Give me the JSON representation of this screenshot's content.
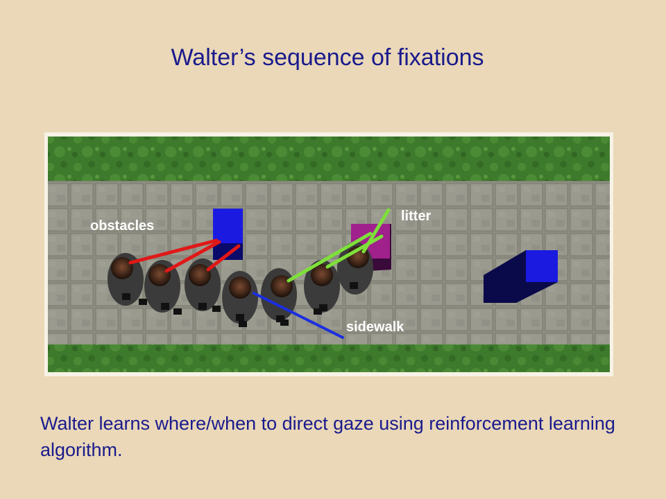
{
  "slide": {
    "title": "Walter’s sequence of fixations",
    "caption": "Walter learns where/when to direct gaze using reinforcement learning algorithm."
  },
  "scene": {
    "labels": {
      "obstacles": "obstacles",
      "litter": "litter",
      "sidewalk": "sidewalk"
    },
    "colors": {
      "grass": "#3f7a2e",
      "sidewalk": "#8f8f84",
      "obstacle_box": "#1a1ae0",
      "litter_box": "#a0208c",
      "obstacles_gaze": "#e01818",
      "litter_gaze": "#7ee03a",
      "sidewalk_gaze": "#1a2ee0",
      "label": "#ffffff",
      "title": "#1a1a8c"
    }
  }
}
